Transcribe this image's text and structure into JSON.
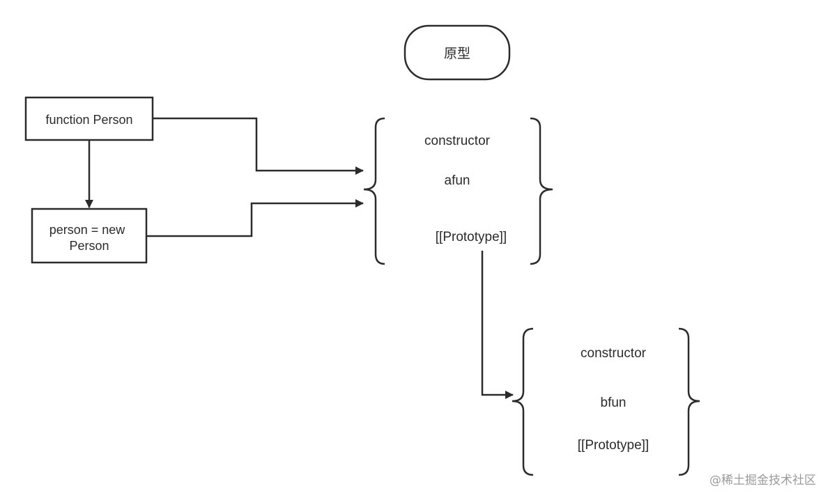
{
  "diagram": {
    "title": "原型",
    "nodes": {
      "function_person": "function Person",
      "instance_line1": "person = new",
      "instance_line2": "Person"
    },
    "prototype_a": {
      "constructor": "constructor",
      "method": "afun",
      "proto": "[[Prototype]]"
    },
    "prototype_b": {
      "constructor": "constructor",
      "method": "bfun",
      "proto": "[[Prototype]]"
    }
  },
  "watermark": "@稀土掘金技术社区",
  "colors": {
    "stroke": "#2b2b2b",
    "background": "#ffffff",
    "watermark": "#9a9a9a"
  }
}
